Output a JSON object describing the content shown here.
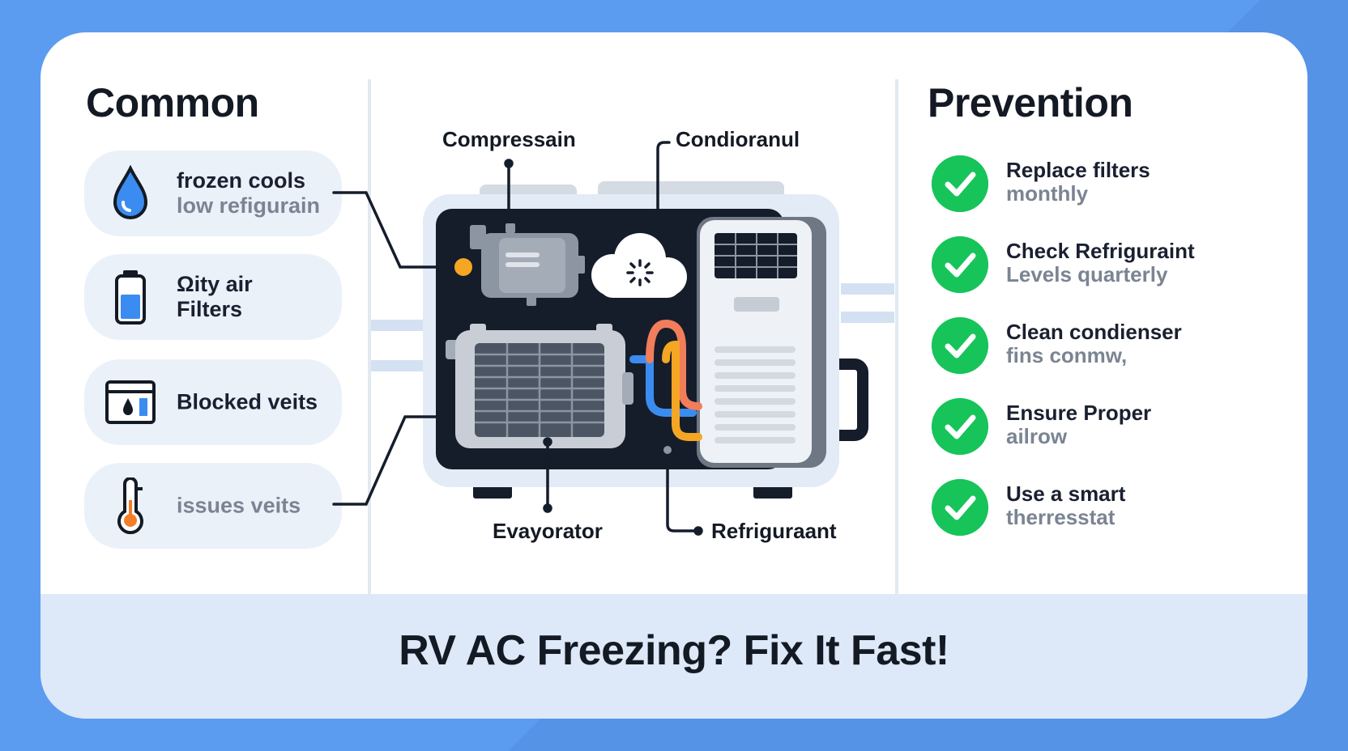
{
  "columns": {
    "left_title": "Common",
    "right_title": "Prevention"
  },
  "causes": [
    {
      "icon": "water-drop-icon",
      "line1": "frozen cools",
      "line2": "low refigurain"
    },
    {
      "icon": "battery-icon",
      "line1": "Ωity air",
      "line2": "Filters"
    },
    {
      "icon": "vent-icon",
      "line1": "Blocked veits",
      "line2": ""
    },
    {
      "icon": "thermometer-icon",
      "line1": "issues veits",
      "line2": ""
    }
  ],
  "diagram_labels": {
    "compressor": "Compressain",
    "condenser": "Condioranul",
    "evaporator": "Evayorator",
    "refrigerant": "Refriguraant"
  },
  "prevention": [
    {
      "line1": "Replace filters",
      "line2": "monthly"
    },
    {
      "line1": "Check Refriguraint",
      "line2": "Levels quarterly"
    },
    {
      "line1": "Clean condienser",
      "line2": "fins conmw,"
    },
    {
      "line1": "Ensure Proper",
      "line2": "ailrow"
    },
    {
      "line1": "Use a smart",
      "line2": "therresstat"
    }
  ],
  "footer": {
    "title": "RV AC Freezing? Fix It Fast!"
  },
  "colors": {
    "background": "#5b9cf0",
    "check_green": "#16c45a",
    "unit_dark": "#151d2b",
    "accent_orange": "#f5a623",
    "accent_blue": "#3b8cf0"
  }
}
